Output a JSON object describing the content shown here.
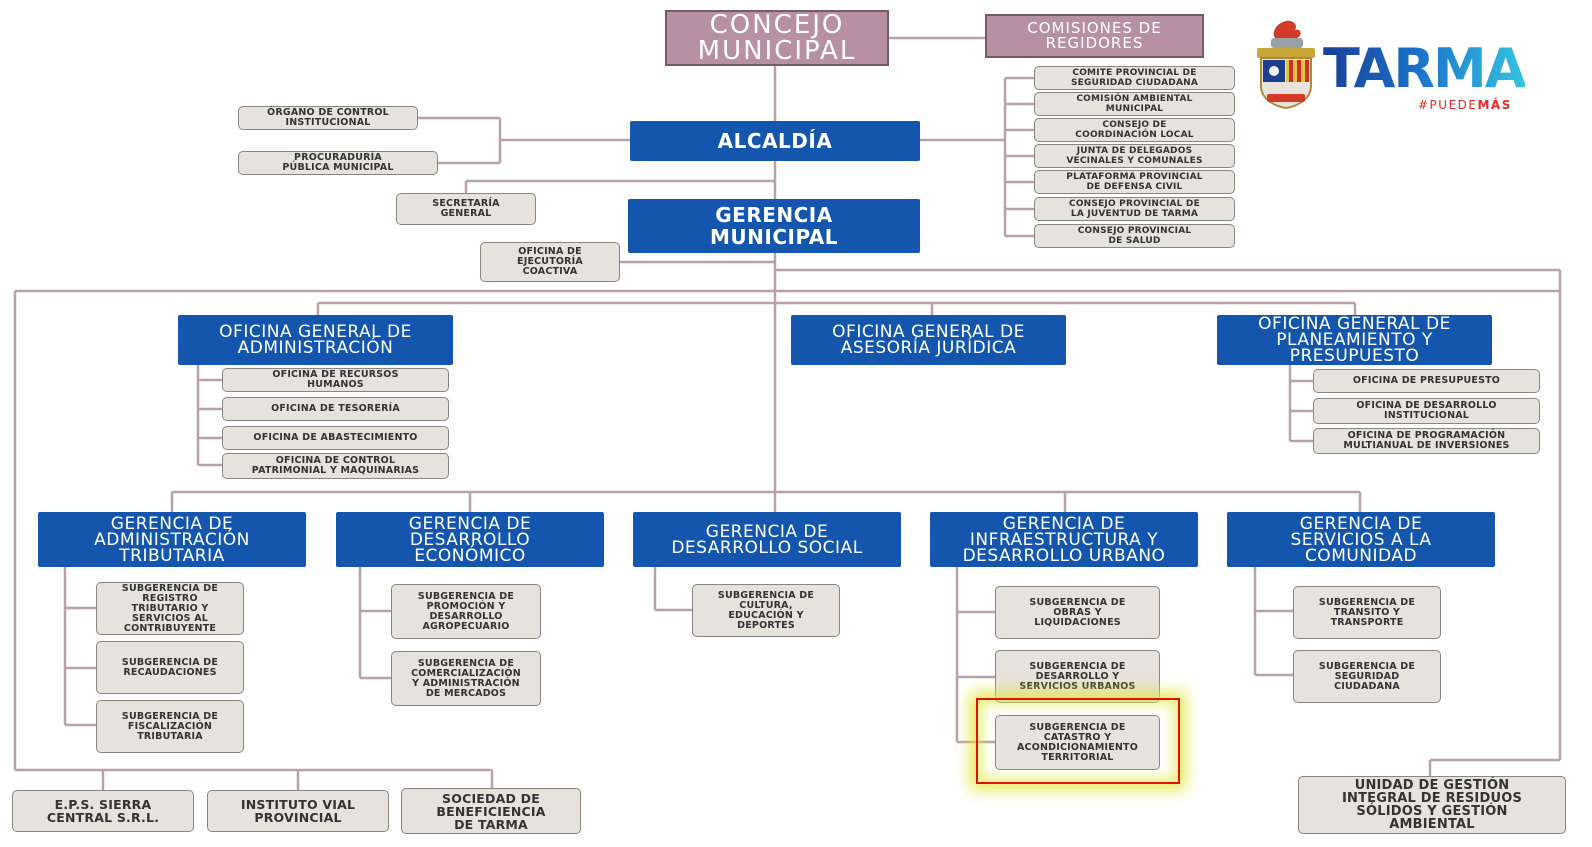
{
  "top": {
    "concejo": "CONCEJO\nMUNICIPAL",
    "comisiones": "COMISIONES DE\nREGIDORES",
    "alcaldia": "ALCALDÍA",
    "gerencia_municipal": "GERENCIA\nMUNICIPAL"
  },
  "commissions": [
    "COMITE PROVINCIAL DE\nSEGURIDAD CIUDADANA",
    "COMISIÓN AMBIENTAL\nMUNICIPAL",
    "CONSEJO DE\nCOORDINACIÓN LOCAL",
    "JUNTA DE DELEGADOS\nVECINALES Y COMUNALES",
    "PLATAFORMA PROVINCIAL\nDE DEFENSA CIVIL",
    "CONSEJO PROVINCIAL DE\nLA JUVENTUD DE TARMA",
    "CONSEJO PROVINCIAL\nDE SALUD"
  ],
  "staff": {
    "control": "ÓRGANO DE CONTROL\nINSTITUCIONAL",
    "procuraduria": "PROCURADURÍA\nPÚBLICA MUNICIPAL",
    "secretaria": "SECRETARÍA\nGENERAL",
    "ejecutoria": "OFICINA DE\nEJECUTORÍA\nCOACTIVA"
  },
  "general_offices": {
    "administracion": {
      "title": "OFICINA GENERAL DE\nADMINISTRACIÓN",
      "children": [
        "OFICINA DE RECURSOS\nHUMANOS",
        "OFICINA DE TESORERÍA",
        "OFICINA DE ABASTECIMIENTO",
        "OFICINA DE CONTROL\nPATRIMONIAL Y MAQUINARIAS"
      ]
    },
    "juridica": {
      "title": "OFICINA GENERAL DE\nASESORÍA JURÍDICA"
    },
    "planeamiento": {
      "title": "OFICINA GENERAL DE\nPLANEAMIENTO Y\nPRESUPUESTO",
      "children": [
        "OFICINA DE PRESUPUESTO",
        "OFICINA DE DESARROLLO\nINSTITUCIONAL",
        "OFICINA DE PROGRAMACIÓN\nMULTIANUAL DE INVERSIONES"
      ]
    }
  },
  "gerencias": [
    {
      "title": "GERENCIA DE\nADMINISTRACIÓN\nTRIBUTARIA",
      "subs": [
        "SUBGERENCIA DE\nREGISTRO\nTRIBUTARIO Y\nSERVICIOS AL\nCONTRIBUYENTE",
        "SUBGERENCIA DE\nRECAUDACIONES",
        "SUBGERENCIA DE\nFISCALIZACIÓN\nTRIBUTARIA"
      ]
    },
    {
      "title": "GERENCIA DE\nDESARROLLO\nECONÓMICO",
      "subs": [
        "SUBGERENCIA DE\nPROMOCIÓN Y\nDESARROLLO\nAGROPECUARIO",
        "SUBGERENCIA DE\nCOMERCIALIZACIÓN\nY ADMINISTRACIÓN\nDE MERCADOS"
      ]
    },
    {
      "title": "GERENCIA DE\nDESARROLLO SOCIAL",
      "subs": [
        "SUBGERENCIA DE\nCULTURA,\nEDUCACIÓN Y\nDEPORTES"
      ]
    },
    {
      "title": "GERENCIA DE\nINFRAESTRUCTURA Y\nDESARROLLO URBANO",
      "subs": [
        "SUBGERENCIA DE\nOBRAS Y\nLIQUIDACIONES",
        "SUBGERENCIA DE\nDESARROLLO Y\nSERVICIOS URBANOS",
        "SUBGERENCIA DE\nCATASTRO Y\nACONDICIONAMIENTO\nTERRITORIAL"
      ]
    },
    {
      "title": "GERENCIA DE\nSERVICIOS A LA\nCOMUNIDAD",
      "subs": [
        "SUBGERENCIA DE\nTRANSITO Y\nTRANSPORTE",
        "SUBGERENCIA DE\nSEGURIDAD\nCIUDADANA"
      ]
    }
  ],
  "decentralized": {
    "eps": "E.P.S. SIERRA\nCENTRAL S.R.L.",
    "instituto": "INSTITUTO VIAL\nPROVINCIAL",
    "sociedad": "SOCIEDAD DE\nBENEFICIENCIA\nDE TARMA",
    "unidad": "UNIDAD DE GESTIÓN\nINTEGRAL DE RESIDUOS\nSÓLIDOS Y GESTIÓN\nAMBIENTAL"
  },
  "logo": {
    "word": "TARMA",
    "tag_hash": "#PUEDE",
    "tag_bold": "MÁS"
  },
  "colors": {
    "blue": "#1455ae",
    "mauve": "#b890a4",
    "line": "#b8a0ac",
    "small_box": "#e6e2dc",
    "highlight": "#e01010"
  }
}
